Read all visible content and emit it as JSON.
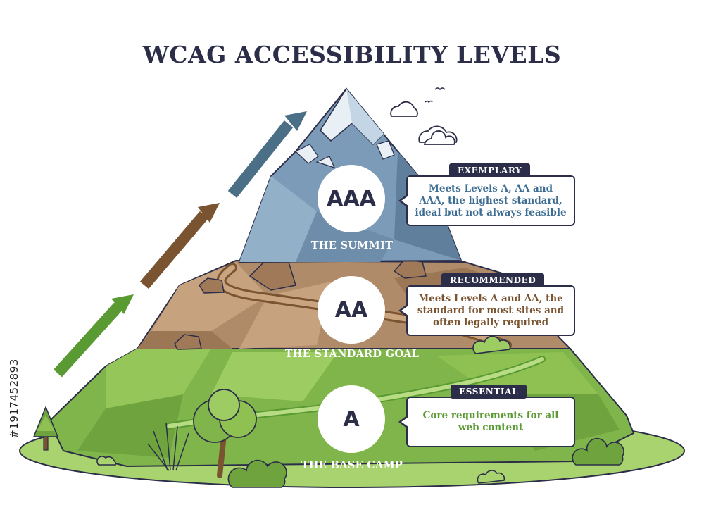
{
  "title": "WCAG ACCESSIBILITY LEVELS",
  "colors": {
    "navy": "#2c2e49",
    "summit_text": "#3d6d92",
    "standard_text": "#7a5430",
    "base_text": "#5a9a32",
    "mountain_blue": "#7b9bb8",
    "dirt_brown": "#b08b6a",
    "grass_green": "#8fc152"
  },
  "levels": [
    {
      "key": "summit",
      "badge": "AAA",
      "caption": "THE SUMMIT",
      "tag": "EXEMPLARY",
      "description": "Meets Levels A, AA and AAA, the highest standard, ideal but not always feasible"
    },
    {
      "key": "standard",
      "badge": "AA",
      "caption": "THE STANDARD GOAL",
      "tag": "RECOMMENDED",
      "description": "Meets Levels A and AA, the standard for most sites and often legally required"
    },
    {
      "key": "base",
      "badge": "A",
      "caption": "THE BASE CAMP",
      "tag": "ESSENTIAL",
      "description": "Core requirements for all web content"
    }
  ],
  "arrows": [
    {
      "name": "summit-arrow",
      "color": "#4b6f86"
    },
    {
      "name": "standard-arrow",
      "color": "#7a5430"
    },
    {
      "name": "base-arrow",
      "color": "#5a9a32"
    }
  ],
  "side_id": "#1917452893"
}
